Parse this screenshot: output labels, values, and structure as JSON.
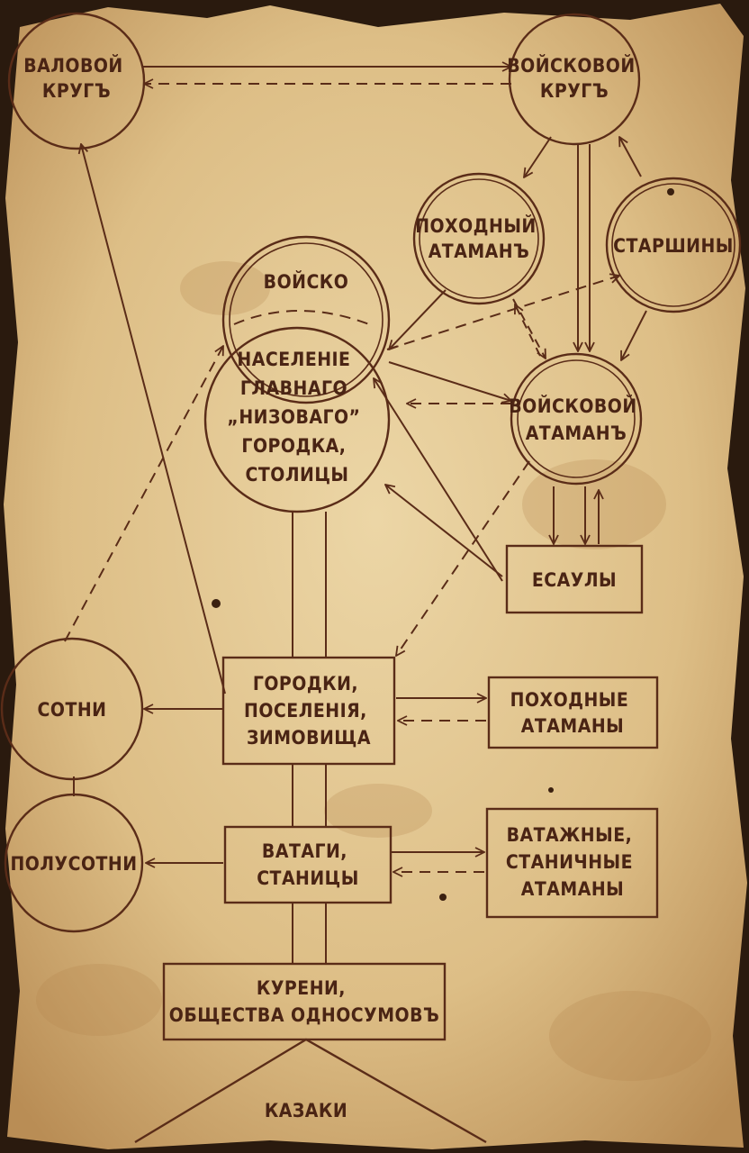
{
  "colors": {
    "parchment": "#e8cf9c",
    "parchment_dark": "#c9a36b",
    "ink": "#5a2c18",
    "text": "#4a2414",
    "background": "#2a1a0e"
  },
  "nodes": {
    "valovoy_krug": [
      "ВАЛОВОЙ",
      "КРУГЪ"
    ],
    "voyskovoy_krug": [
      "ВОЙСКОВОЙ",
      "КРУГЪ"
    ],
    "pokhodny_ataman": [
      "ПОХОДНЫЙ",
      "АТАМАНЪ"
    ],
    "starshiny": [
      "СТАРШИНЫ"
    ],
    "voysko": [
      "ВОЙСКО"
    ],
    "naselenie": [
      "НАСЕЛЕНІЕ",
      "ГЛАВНАГО",
      "„НИЗОВАГО”",
      "ГОРОДКА,",
      "СТОЛИЦЫ"
    ],
    "voyskovoy_ataman": [
      "ВОЙСКОВОЙ",
      "АТАМАНЪ"
    ],
    "esauly": [
      "ЕСАУЛЫ"
    ],
    "sotni": [
      "СОТНИ"
    ],
    "gorodki": [
      "ГОРОДКИ,",
      "ПОСЕЛЕНІЯ,",
      "ЗИМОВИЩА"
    ],
    "pokhodnye_atamany": [
      "ПОХОДНЫЕ",
      "АТАМАНЫ"
    ],
    "polusotni": [
      "ПОЛУСОТНИ"
    ],
    "vatagi": [
      "ВАТАГИ,",
      "СТАНИЦЫ"
    ],
    "vatazhnye_atamany": [
      "ВАТАЖНЫЕ,",
      "СТАНИЧНЫЕ",
      "АТАМАНЫ"
    ],
    "kureni": [
      "КУРЕНИ,",
      "ОБЩЕСТВА ОДНОСУМОВЪ"
    ],
    "kazaki": [
      "КАЗАКИ"
    ]
  }
}
